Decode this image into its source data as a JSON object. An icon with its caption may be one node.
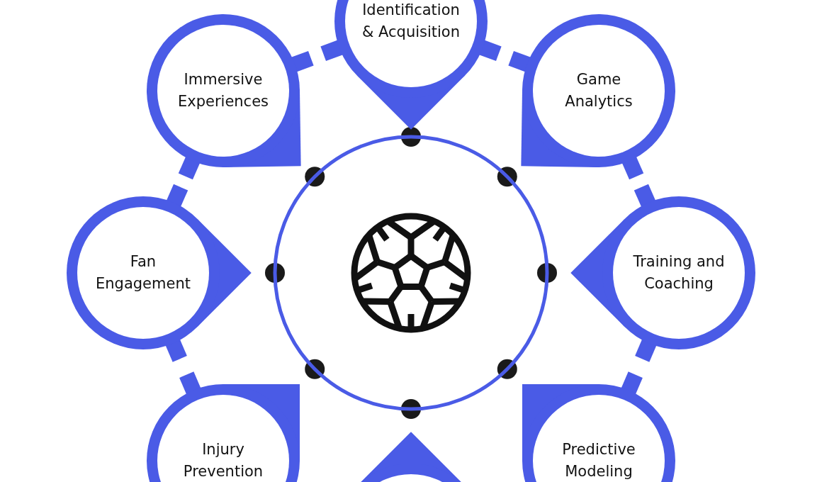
{
  "diagram": {
    "nodes": [
      {
        "text": [
          "Identification & Acquisition"
        ]
      },
      {
        "text": [
          "Immersive Experiences"
        ]
      },
      {
        "text": [
          "Game Analytics"
        ]
      },
      {
        "text": [
          "Fan Engagement"
        ]
      },
      {
        "text": [],
        "shape": "circle"
      },
      {
        "text": [
          "Training and Coaching"
        ]
      },
      {
        "text": [
          "Injury Prevention"
        ]
      },
      {
        "text": [
          "Predictive Modeling"
        ]
      },
      {
        "text": [],
        "shape": "circle"
      }
    ]
  }
}
